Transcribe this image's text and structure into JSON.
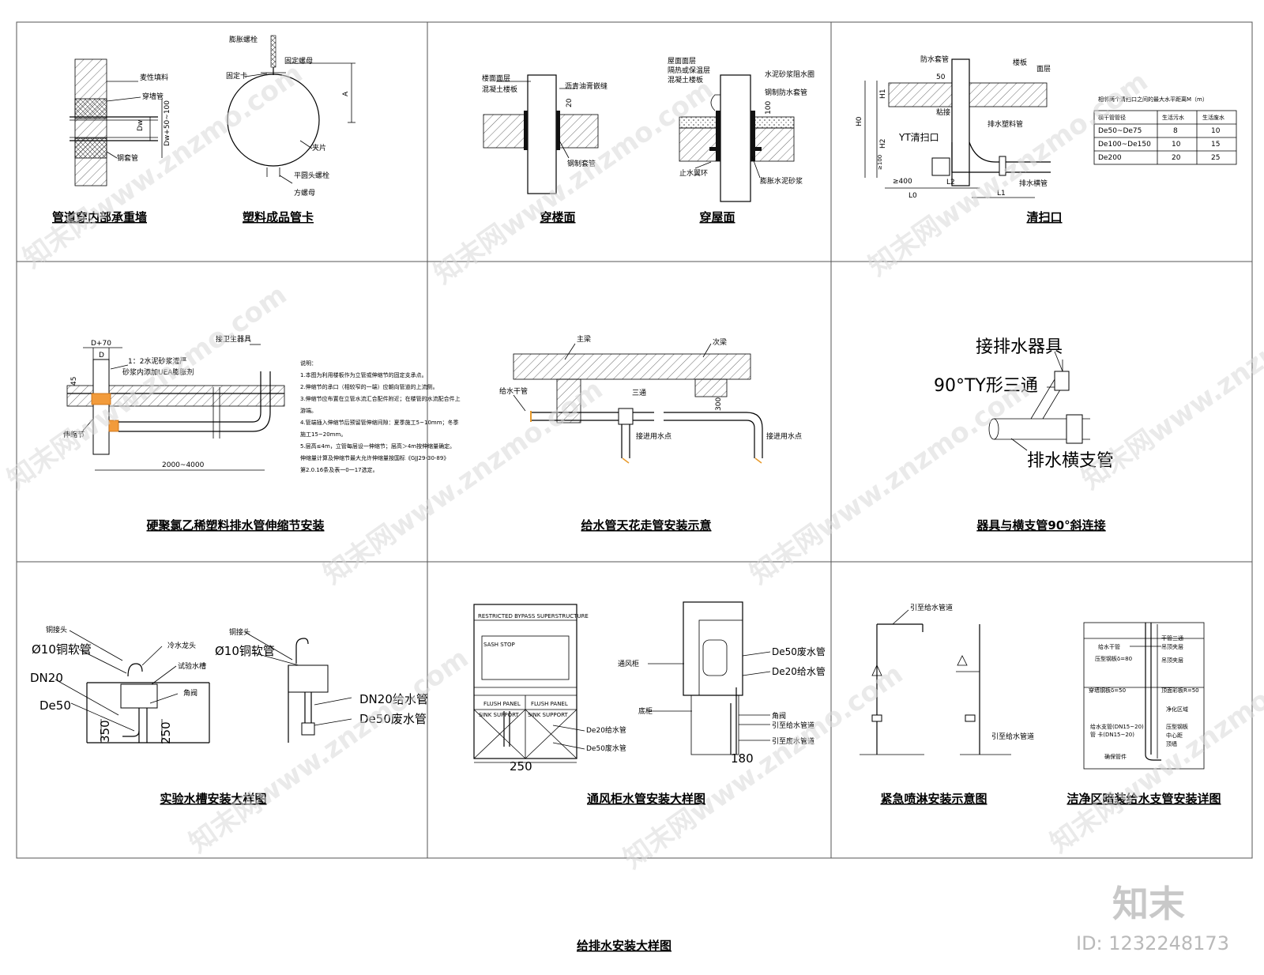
{
  "sheet_title": "给排水安装大样图",
  "panels": {
    "p1": {
      "caption_a": "管道穿内部承重墙",
      "caption_b": "塑料成品管卡",
      "labels_a": [
        "麦性填料",
        "穿墙管",
        "钢套管",
        "Dw",
        "Dw+50~100"
      ],
      "labels_b": [
        "膨胀螺栓",
        "固定螺母",
        "固定卡",
        "夹片",
        "平圆头螺栓",
        "方螺母",
        "A"
      ]
    },
    "p2": {
      "caption_a": "穿楼面",
      "caption_b": "穿屋面",
      "labels_a": [
        "楼面面层",
        "混凝土楼板",
        "沥青油膏嵌缝",
        "20",
        "钢制套管"
      ],
      "labels_b": [
        "屋面面层",
        "隔热或保温层",
        "混凝土楼板",
        "水泥砂浆阻水圈",
        "钢制防水套管",
        "止水翼环",
        "膨胀水泥砂浆",
        "100"
      ]
    },
    "p3": {
      "caption": "清扫口",
      "labels": [
        "防水套管",
        "楼板",
        "面层",
        "50",
        "H1",
        "H0",
        "H2",
        "粘接",
        "排水塑料管",
        "YT清扫口",
        "≥100",
        "≥400",
        "L0",
        "L2",
        "L1",
        "排水横管"
      ],
      "table_title": "相邻两个清扫口之间的最大水平距离M（m）",
      "table_head": [
        "横干管管径",
        "生活污水",
        "生活废水"
      ],
      "table_rows": [
        [
          "De50~De75",
          "8",
          "10"
        ],
        [
          "De100~De150",
          "10",
          "15"
        ],
        [
          "De200",
          "20",
          "25"
        ]
      ]
    },
    "p4": {
      "caption": "硬聚氯乙稀塑料排水管伸缩节安装",
      "labels": [
        "D+70",
        "D",
        "1：2水泥砂浆灌严",
        "砂浆内添加UEA膨胀剂",
        "45",
        "伸缩节",
        "接卫生器具",
        "2000~4000"
      ],
      "notes": [
        "说明：",
        "1.本图为利用楼板作为立管或伸缩节的固定支承点。",
        "2.伸缩节的承口（相较窄的一端）应朝向管道的上流侧。",
        "3.伸缩节应布置在立管水流汇合配件附近；在楼管的水流配合件上",
        "游端。",
        "4.管端插入伸缩节后预留管伸缩间隙：夏季施工5~10mm；冬季",
        "施工15~20mm。",
        "5.层高≤4m，立管每层设一伸缩节；层高＞4m按伸缩量确定。",
        "伸缩量计算及伸缩节最大允许伸缩量按国标《GJJ29-30-89》",
        "第2.0.16条及表一0一17选定。"
      ]
    },
    "p5": {
      "caption": "给水管天花走管安装示意",
      "labels": [
        "主梁",
        "次梁",
        "给水干管",
        "三通",
        "300",
        "接进用水点",
        "接进用水点"
      ]
    },
    "p6": {
      "caption": "器具与横支管90°斜连接",
      "labels": [
        "接排水器具",
        "90°TY形三通",
        "排水横支管"
      ]
    },
    "p7": {
      "caption": "实验水槽安装大样图",
      "labels": [
        "铜接头",
        "Ø10铜软管",
        "冷水龙头",
        "试验水槽",
        "DN20",
        "角阀",
        "De50",
        "350",
        "250"
      ],
      "labels_b": [
        "铜接头",
        "Ø10铜软管",
        "DN20给水管",
        "De50废水管"
      ]
    },
    "p8": {
      "caption": "通风柜水管安装大样图",
      "labels": [
        "RESTRICTED BYPASS SUPERSTRUCTURE",
        "SASH STOP",
        "FLUSH PANEL",
        "FLUSH PANEL",
        "SINK SUPPORT",
        "SINK SUPPORT",
        "De20给水管",
        "De50废水管",
        "250"
      ],
      "labels_b": [
        "De50废水管",
        "De20给水管",
        "通风柜",
        "底柜",
        "角阀",
        "引至给水管道",
        "引至废水管道",
        "180"
      ]
    },
    "p9": {
      "caption_a": "紧急喷淋安装示意图",
      "caption_b": "洁净区暗装给水支管安装详图",
      "labels_a": [
        "引至给水管道",
        "引至给水管道"
      ],
      "labels_b": [
        "给水干管",
        "吊顶夹层",
        "干管三通",
        "压型钢板δ=80",
        "吊顶夹层",
        "穿墙钢板δ=50",
        "顶面彩板R=50",
        "净化区域",
        "给水支管(DN15~20)",
        "管 卡(DN15~20)",
        "压型钢板",
        "中心距",
        "顶墙",
        "确保管件"
      ]
    }
  },
  "watermark": {
    "text": "知末网www.znzmo.com",
    "brand": "知末",
    "id_text": "ID: 1232248173"
  }
}
